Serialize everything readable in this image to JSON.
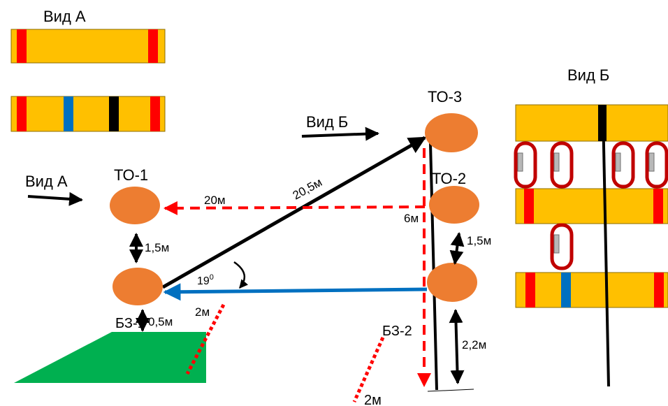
{
  "colors": {
    "strap_yellow": "#ffc000",
    "strap_red": "#ff0000",
    "strap_blue": "#0070c0",
    "strap_black": "#000000",
    "node_orange": "#ed7d31",
    "ground_green": "#00b050",
    "dashed_red": "#ff0000",
    "arrow_blue": "#0070c0",
    "carabiner": "#c00000"
  },
  "labels": {
    "view_a_top": "Вид А",
    "view_a_arrow": "Вид А",
    "view_b_arrow": "Вид Б",
    "view_b_right": "Вид Б",
    "to1": "ТО-1",
    "to2": "ТО-2",
    "to3": "ТО-3",
    "bz1": "БЗ-1",
    "bz2": "БЗ-2",
    "dist_20m": "20м",
    "dist_20_5m": "20,5м",
    "dist_6m": "6м",
    "dist_1_5m_left": "1,5м",
    "dist_1_5m_right": "1,5м",
    "dist_0_5m": "0,5м",
    "dist_2_2m": "2,2м",
    "dist_2m_left": "2м",
    "dist_2m_bottom": "2м",
    "angle_base": "19",
    "angle_sup": "0"
  },
  "icons": {
    "carabiner": "carabiner-icon",
    "arrow": "arrow-right-icon"
  }
}
